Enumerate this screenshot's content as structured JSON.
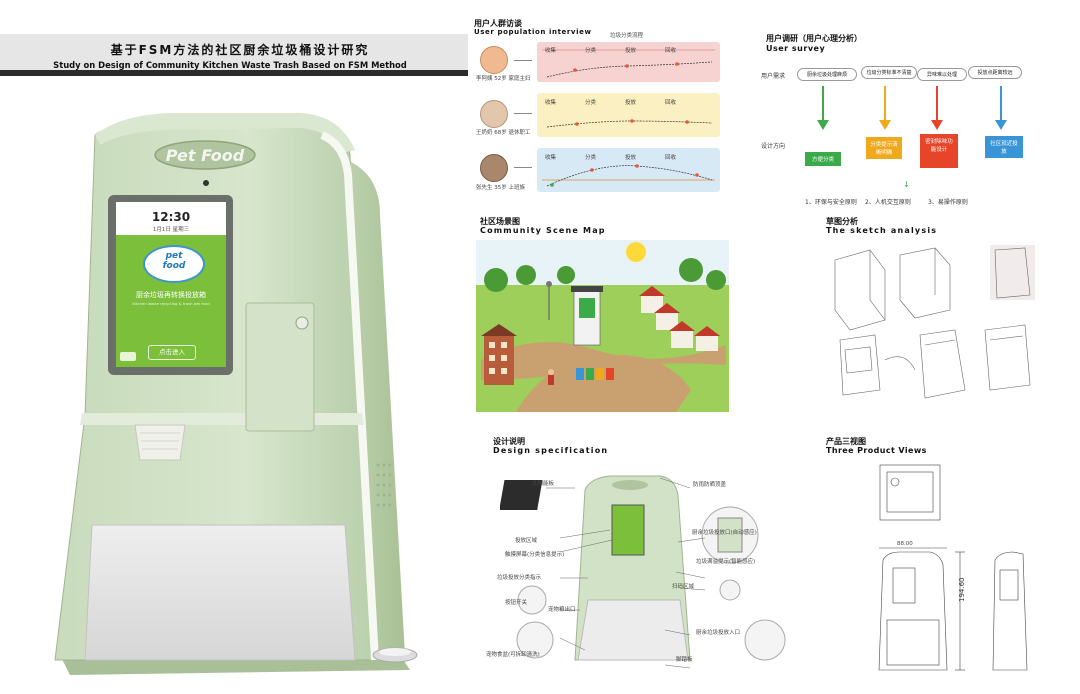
{
  "poster": {
    "title_cn": "基于FSM方法的社区厨余垃圾桶设计研究",
    "title_en": "Study on Design of Community Kitchen Waste Trash Based on FSM Method"
  },
  "product": {
    "lid_label": "Pet Food",
    "screen_time": "12:30",
    "screen_date": "1月1日 星期三",
    "logo_top": "pet",
    "logo_bottom": "food",
    "screen_cn": "厨余垃圾再转换投放箱",
    "screen_sub": "Kitchen waste recycling & trash pet food",
    "screen_button": "点击进入"
  },
  "interview": {
    "title_cn": "用户人群访谈",
    "title_en": "User population interview",
    "timeline_header": "垃圾分类流程",
    "rows": [
      {
        "color": "#f6d3d1",
        "labels": [
          "收集",
          "分类",
          "投放",
          "回收"
        ],
        "avatar_color": "#e6a07a",
        "desc": "李阿姨 52岁 家庭主妇"
      },
      {
        "color": "#fbf0c2",
        "labels": [
          "收集",
          "分类",
          "投放",
          "回收"
        ],
        "avatar_color": "#d9b79a",
        "desc": "王奶奶 68岁 退休职工"
      },
      {
        "color": "#d8e9f6",
        "labels": [
          "收集",
          "分类",
          "投放",
          "回收"
        ],
        "avatar_color": "#8a6a4a",
        "desc": "张先生 35岁 上班族"
      }
    ]
  },
  "survey": {
    "title_cn": "用户调研（用户心理分析）",
    "title_en": "User survey",
    "left_top": "用户需求",
    "left_bottom": "设计方向",
    "options": [
      "厨余垃圾处理麻烦",
      "垃圾分类标准不清楚",
      "异味难以处理",
      "投放点距离较远"
    ],
    "boxes": [
      {
        "text": "方便分类",
        "color": "#3bab4a"
      },
      {
        "text": "分类提示清晰明确",
        "color": "#f0a81d"
      },
      {
        "text": "密封除味功能设计",
        "color": "#e6452a"
      },
      {
        "text": "社区就近投放",
        "color": "#3a95d6"
      }
    ],
    "conclusions": [
      "1、环保与安全原则",
      "2、人机交互原则",
      "3、易操作原则"
    ]
  },
  "scene": {
    "title_cn": "社区场景图",
    "title_en": "Community Scene Map"
  },
  "sketch": {
    "title_cn": "草图分析",
    "title_en": "The sketch analysis"
  },
  "design_spec": {
    "title_cn": "设计说明",
    "title_en": "Design specification",
    "callouts": [
      "太阳能板",
      "防雨防晒顶盖",
      "投放区域",
      "触摸屏幕(分类信息提示)",
      "厨余垃圾投放口(自动感应)",
      "扫码区域",
      "垃圾满溢提示(智能感应)",
      "垃圾投放分类指示",
      "宠物粮出口",
      "厨余垃圾投放入口",
      "按钮开关",
      "宠物食盆(可拆卸清洗)",
      "脚踏板"
    ]
  },
  "views": {
    "title_cn": "产品三视图",
    "title_en": "Three Product Views",
    "dim_height": "194.60",
    "dim_width": "88.00"
  },
  "colors": {
    "body_green": "#cfe0c3",
    "body_green_dark": "#b4c9a6",
    "screen_green": "#7bbf3a",
    "pink_band": "#f6d3d1",
    "yellow_band": "#fbf0c2",
    "blue_band": "#d8e9f6"
  }
}
